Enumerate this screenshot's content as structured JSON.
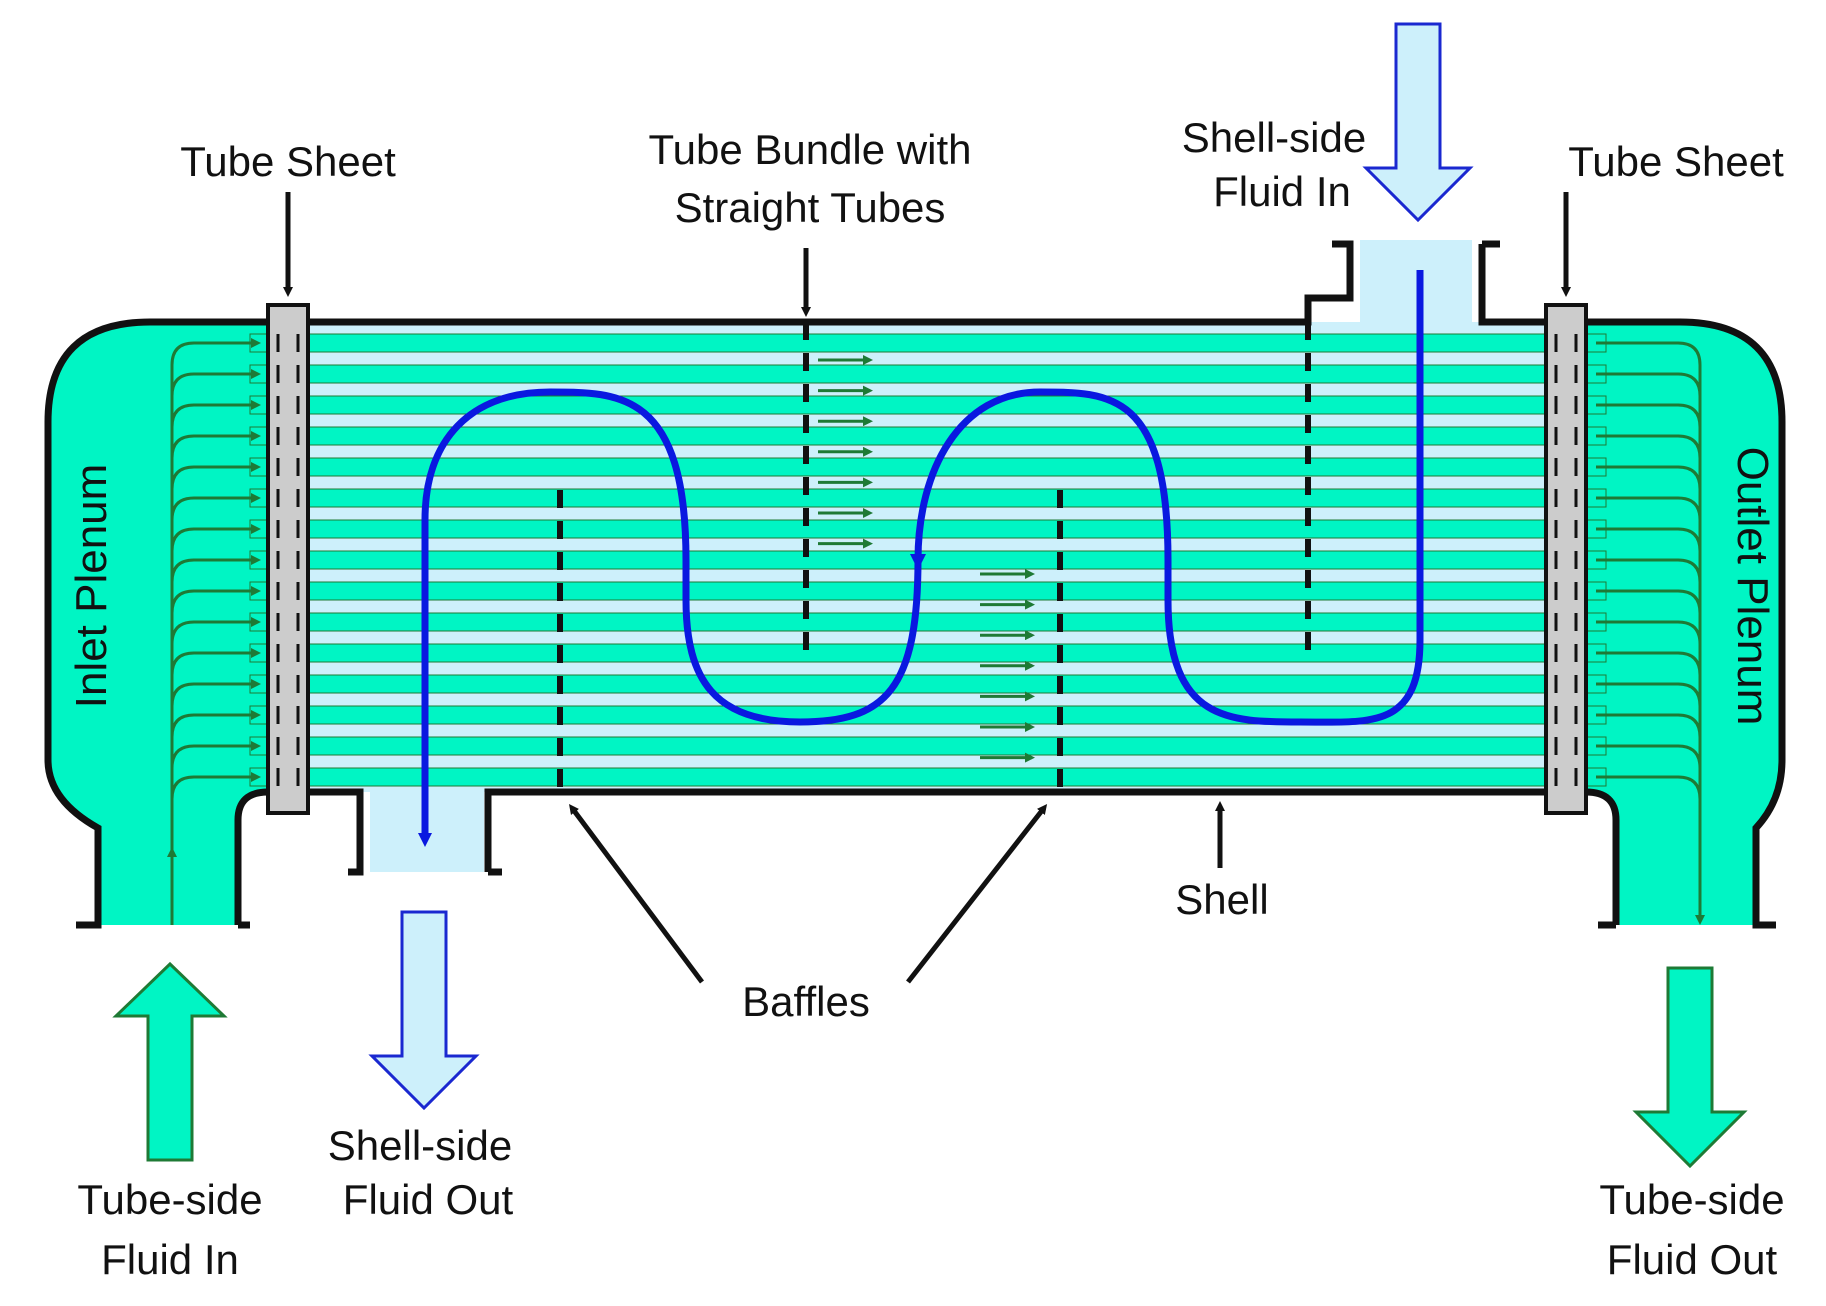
{
  "labels": {
    "tube_sheet_left": "Tube Sheet",
    "tube_sheet_right": "Tube Sheet",
    "tube_bundle": [
      "Tube Bundle with",
      "Straight Tubes"
    ],
    "shell_side_in": [
      "Shell-side",
      "Fluid In"
    ],
    "shell_side_out": [
      "Shell-side",
      "Fluid Out"
    ],
    "tube_side_in": [
      "Tube-side",
      "Fluid In"
    ],
    "tube_side_out": [
      "Tube-side",
      "Fluid Out"
    ],
    "inlet_plenum": "Inlet Plenum",
    "outlet_plenum": "Outlet Plenum",
    "baffles": "Baffles",
    "shell": "Shell"
  },
  "colors": {
    "tube_fluid": "#00f5c4",
    "shell_fluid": "#cdf0fb",
    "shell_flow_path": "#0a18e0",
    "tube_flow_arrows": "#1e7a35",
    "tube_sheet": "#cccccc",
    "outline": "#111111"
  }
}
